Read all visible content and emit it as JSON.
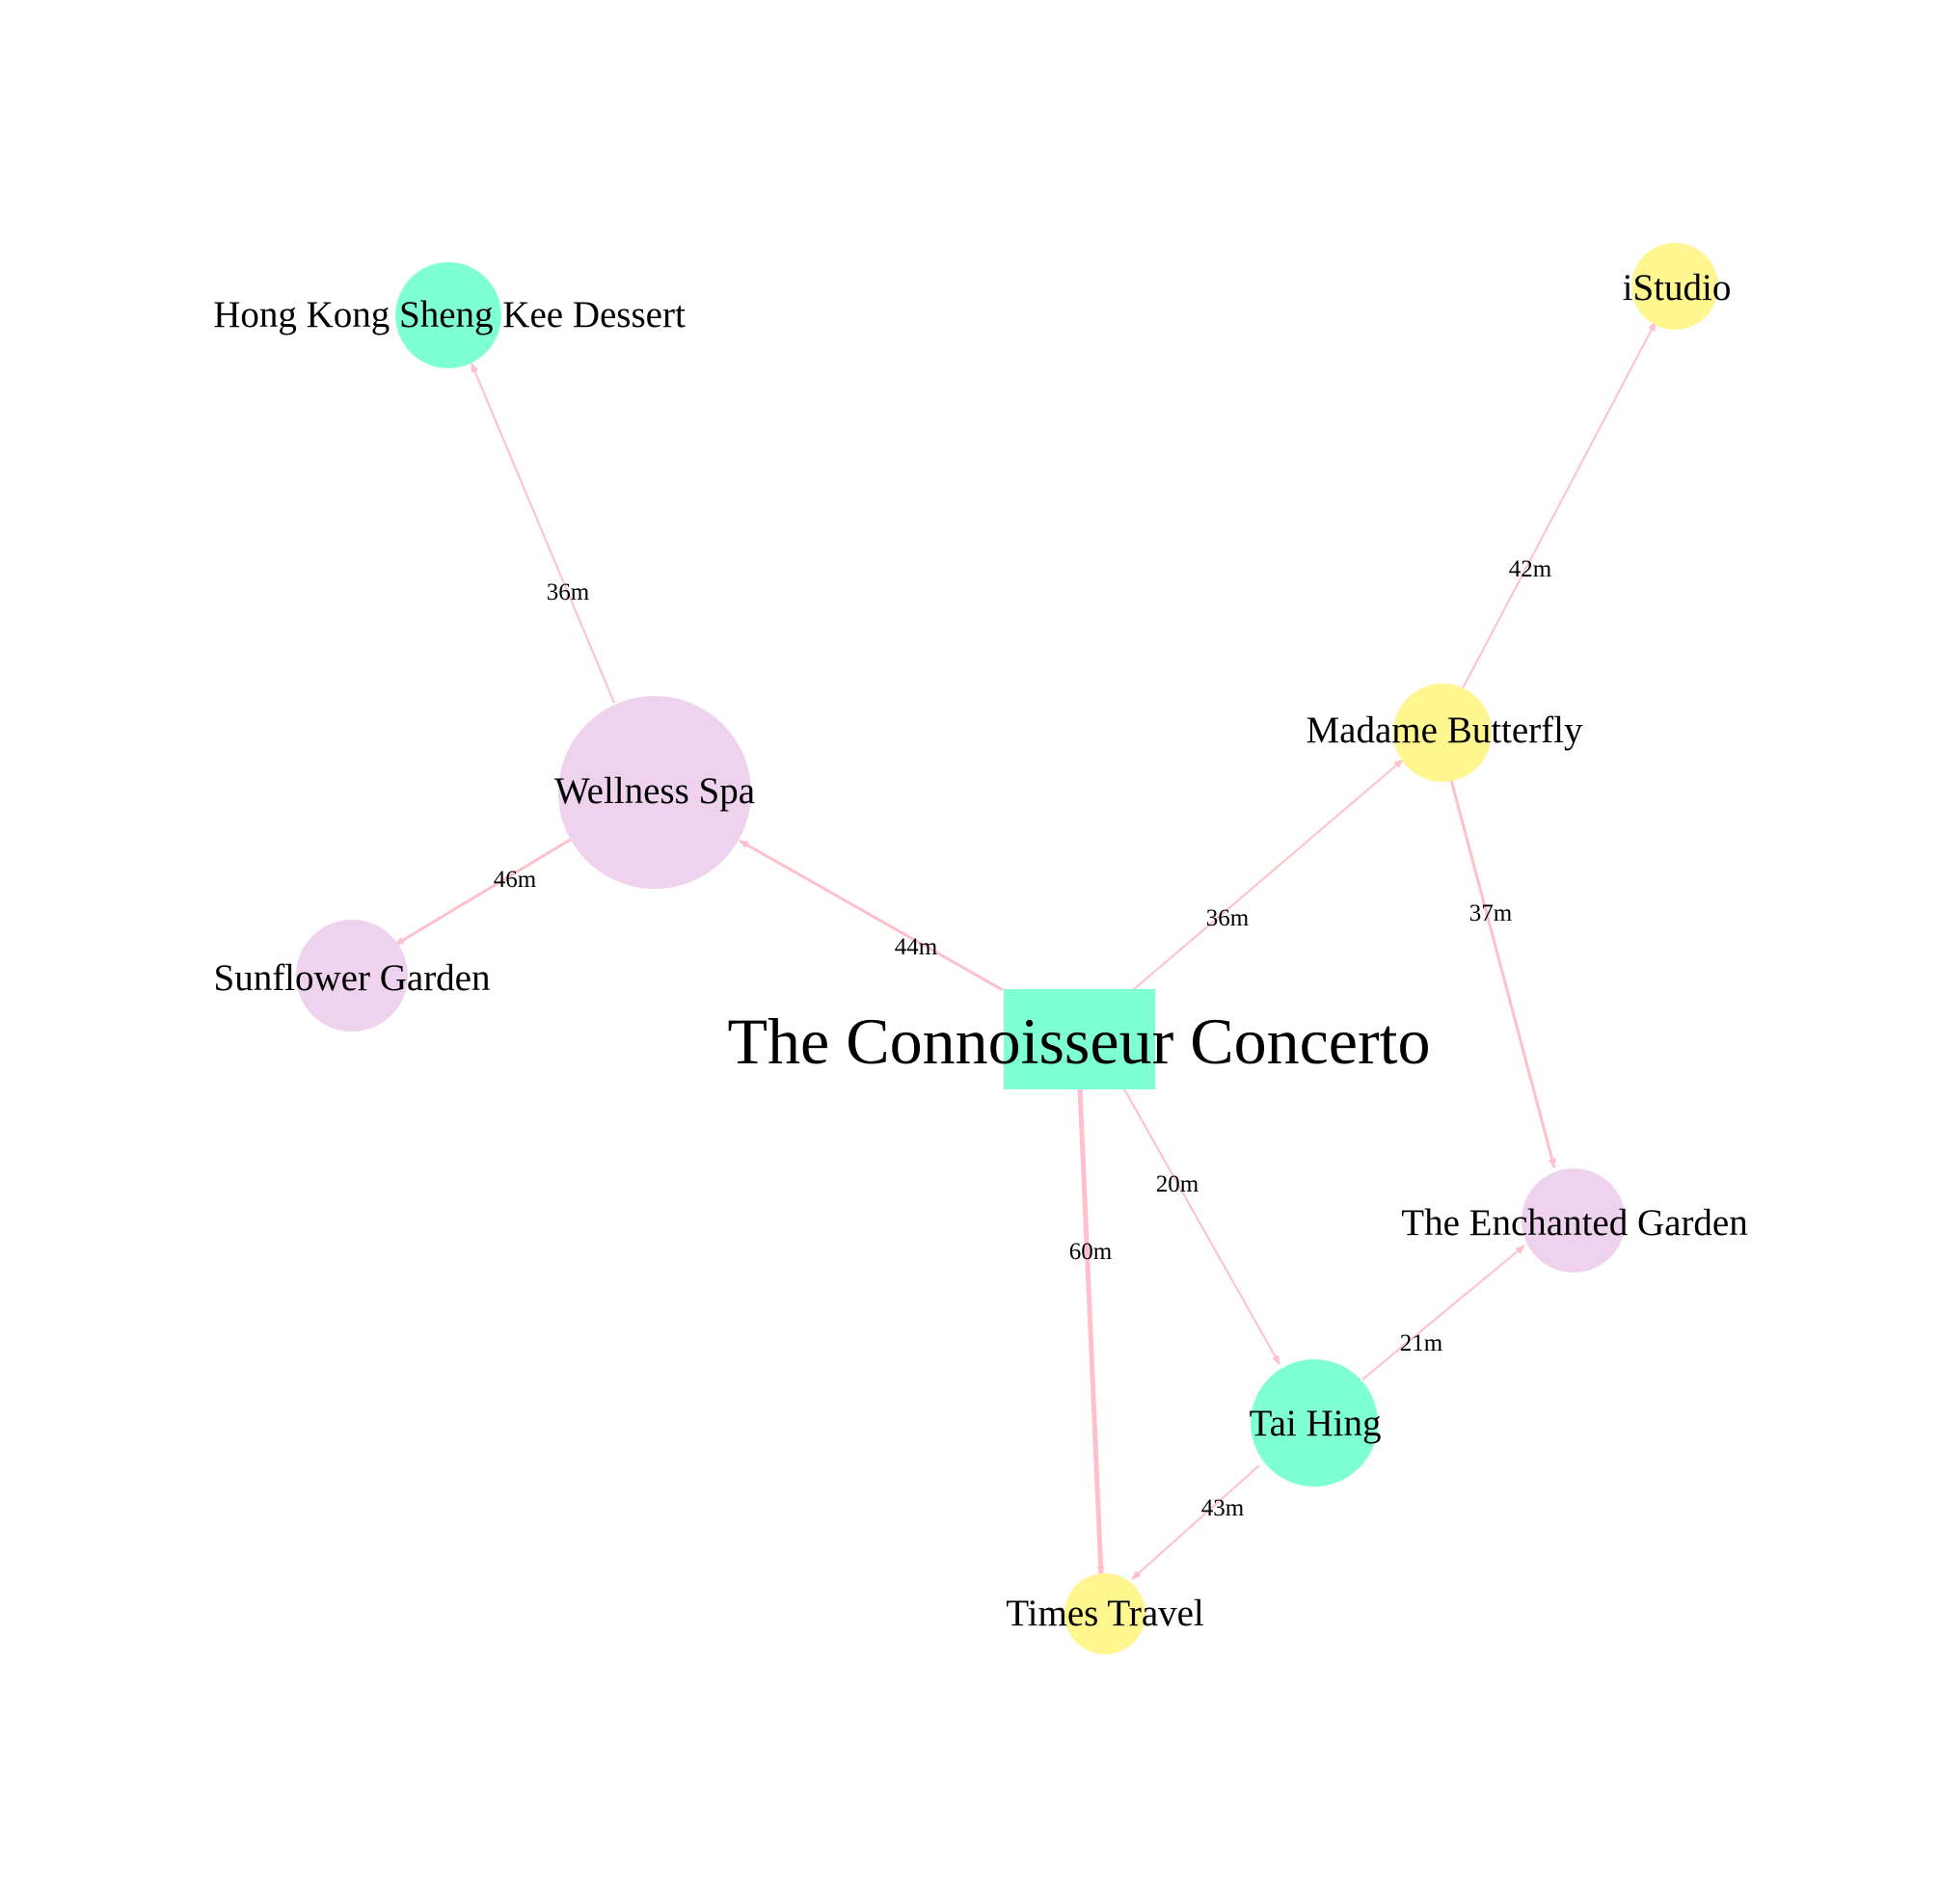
{
  "colors": {
    "background": "#ffffff",
    "edge": "#ffc0cb",
    "teal": "#7fffd4",
    "yellow": "#fff68f",
    "lavender": "#eed2ee"
  },
  "nodes": {
    "hub": {
      "label": "The Connoisseur Concerto",
      "shape": "square",
      "color": "#7fffd4"
    },
    "hk_sheng_kee": {
      "label": "Hong Kong Sheng Kee Dessert",
      "shape": "circle",
      "color": "#7fffd4"
    },
    "istudio": {
      "label": "iStudio",
      "shape": "circle",
      "color": "#fff68f"
    },
    "madame_butterfly": {
      "label": "Madame Butterfly",
      "shape": "circle",
      "color": "#fff68f"
    },
    "wellness_spa": {
      "label": "Wellness Spa",
      "shape": "circle",
      "color": "#eed2ee"
    },
    "sunflower_garden": {
      "label": "Sunflower Garden",
      "shape": "circle",
      "color": "#eed2ee"
    },
    "enchanted_garden": {
      "label": "The Enchanted Garden",
      "shape": "circle",
      "color": "#eed2ee"
    },
    "tai_hing": {
      "label": "Tai Hing",
      "shape": "circle",
      "color": "#7fffd4"
    },
    "times_travel": {
      "label": "Times Travel",
      "shape": "circle",
      "color": "#fff68f"
    }
  },
  "edges": {
    "hub_wellness": {
      "from": "The Connoisseur Concerto",
      "to": "Wellness Spa",
      "label": "44m"
    },
    "hub_madame": {
      "from": "The Connoisseur Concerto",
      "to": "Madame Butterfly",
      "label": "36m"
    },
    "hub_taihing": {
      "from": "The Connoisseur Concerto",
      "to": "Tai Hing",
      "label": "20m"
    },
    "hub_times": {
      "from": "The Connoisseur Concerto",
      "to": "Times Travel",
      "label": "60m"
    },
    "wellness_hk": {
      "from": "Wellness Spa",
      "to": "Hong Kong Sheng Kee Dessert",
      "label": "36m"
    },
    "wellness_sunflower": {
      "from": "Wellness Spa",
      "to": "Sunflower Garden",
      "label": "46m"
    },
    "madame_istudio": {
      "from": "Madame Butterfly",
      "to": "iStudio",
      "label": "42m"
    },
    "madame_enchanted": {
      "from": "Madame Butterfly",
      "to": "The Enchanted Garden",
      "label": "37m"
    },
    "taihing_enchanted": {
      "from": "Tai Hing",
      "to": "The Enchanted Garden",
      "label": "21m"
    },
    "taihing_times": {
      "from": "Tai Hing",
      "to": "Times Travel",
      "label": "43m"
    }
  }
}
